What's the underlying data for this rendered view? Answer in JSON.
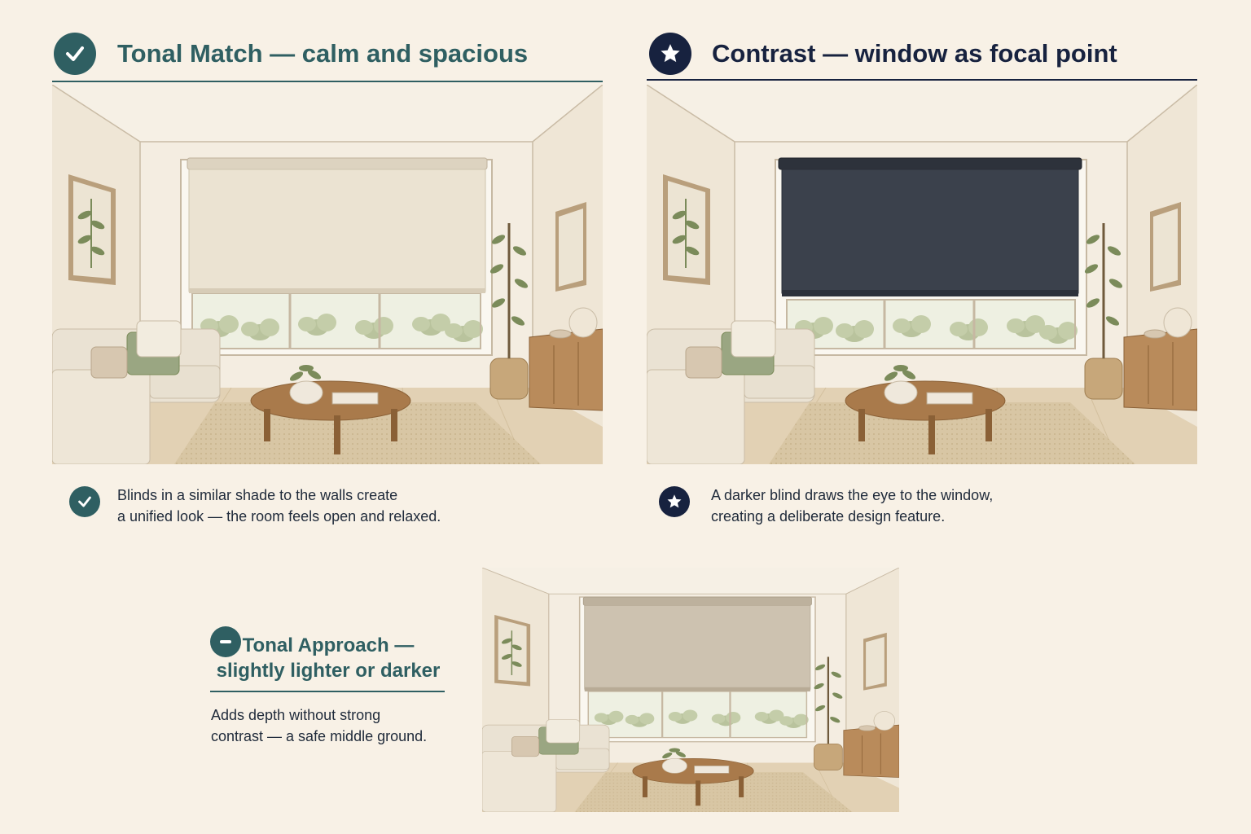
{
  "panels": {
    "tonal_match": {
      "title": "Tonal Match — calm and spacious",
      "description_line1": "Blinds in a similar shade to the walls create",
      "description_line2": "a unified look — the room feels open and relaxed.",
      "icon": "check-icon",
      "accent_color": "#2f5f62",
      "blind_color": "#ebe3d2"
    },
    "contrast": {
      "title": "Contrast — window as focal point",
      "description_line1": "A darker blind draws the eye to the window,",
      "description_line2": "creating a deliberate design feature.",
      "icon": "star-icon",
      "accent_color": "#17223f",
      "blind_color": "#3b414c"
    },
    "tonal_approach": {
      "title_line1": "Tonal Approach —",
      "title_line2": "slightly lighter or darker",
      "description_line1": "Adds depth without strong",
      "description_line2": "contrast — a safe middle ground.",
      "icon": "minus-icon",
      "accent_color": "#2f5f62",
      "blind_color": "#cdc2b0"
    }
  }
}
